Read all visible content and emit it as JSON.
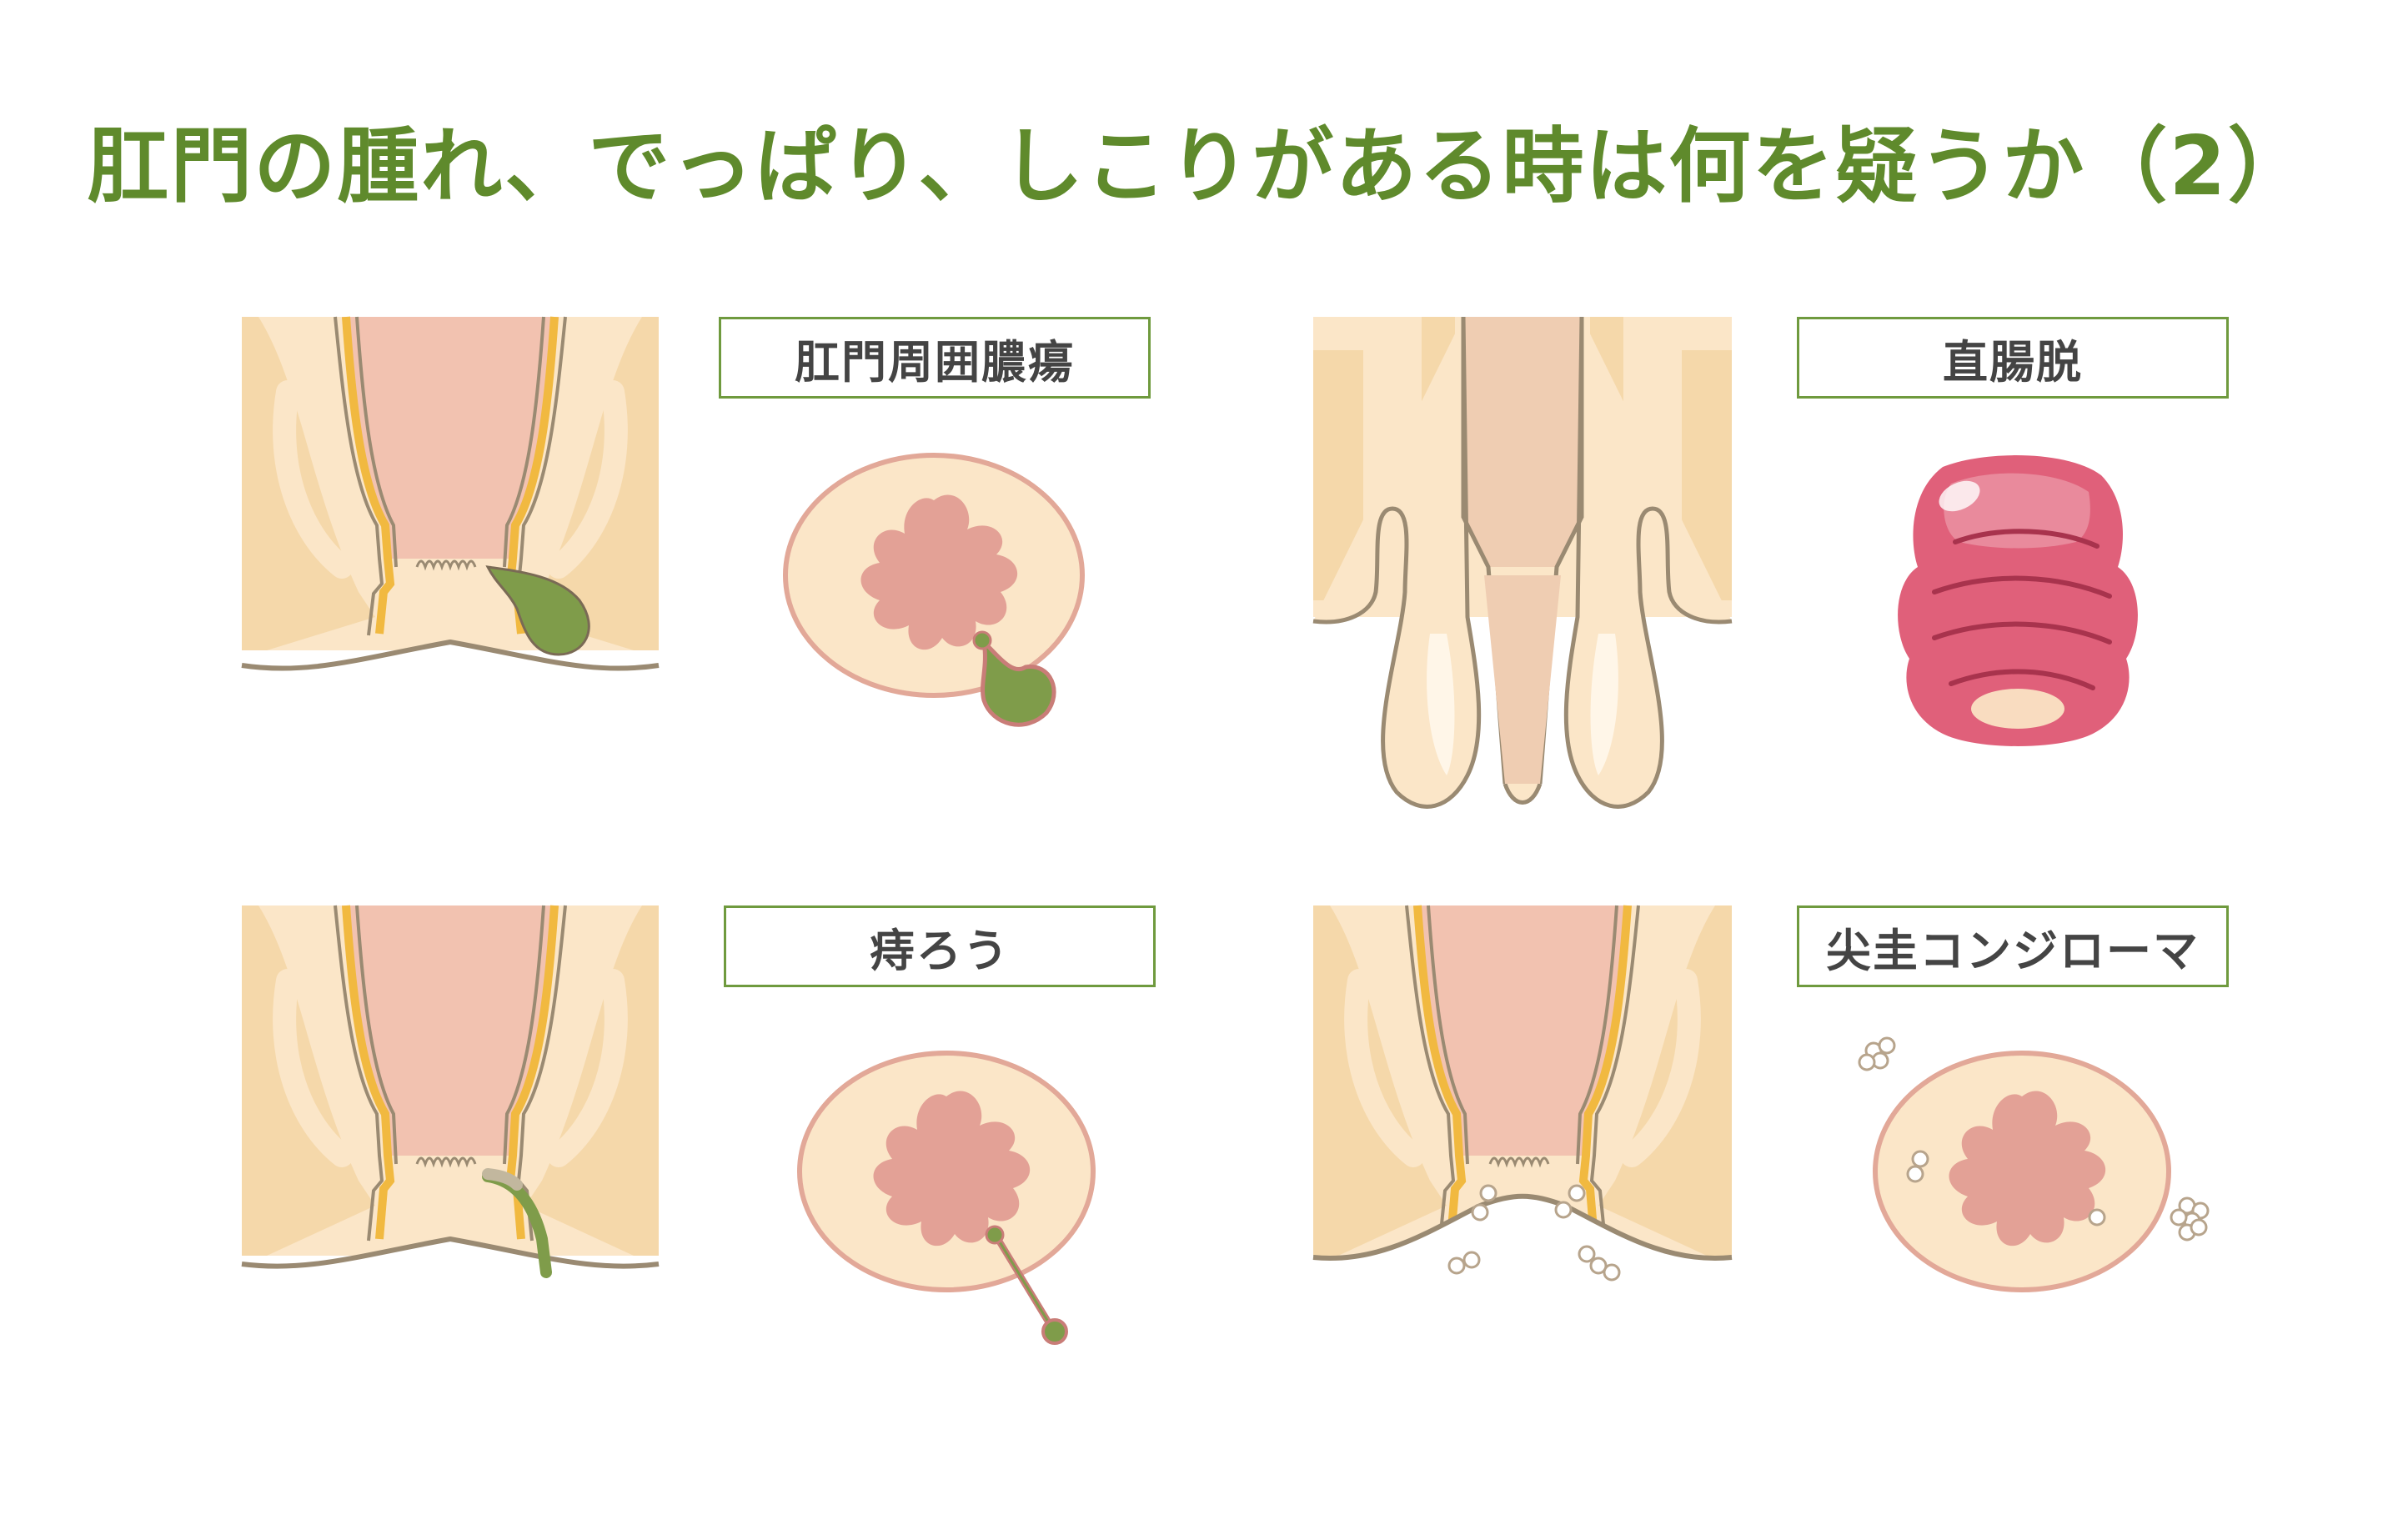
{
  "title": "肛門の腫れ、でっぱり、しこりがある時は何を疑うか（2）",
  "panels": [
    {
      "label": "肛門周囲膿瘍"
    },
    {
      "label": "直腸脱"
    },
    {
      "label": "痔ろう"
    },
    {
      "label": "尖圭コンジローマ"
    }
  ],
  "colors": {
    "title": "#5f8a2c",
    "label_border": "#6f9a3e",
    "skin": "#fbe6c8",
    "skin_dark": "#f3d3a3",
    "mucosa": "#f2c2b0",
    "outline": "#9a8a72",
    "yellow_line": "#f1b940",
    "pus": "#7f9c4a",
    "flower": "#e3a196",
    "prolapse": "#e0607a"
  }
}
